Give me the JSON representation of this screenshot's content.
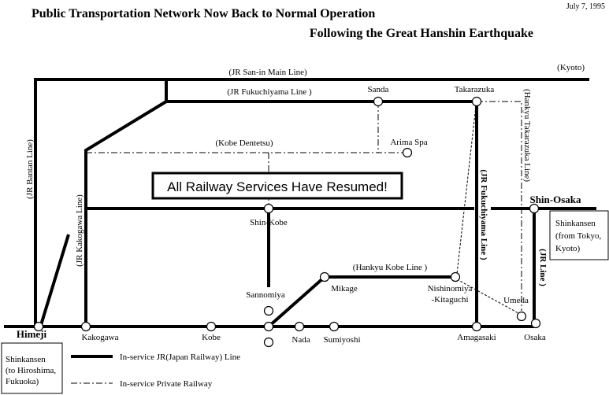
{
  "header": {
    "title_line1": "Public Transportation Network Now Back to Normal Operation",
    "title_line2": "Following the Great Hanshin Earthquake",
    "date": "July 7, 1995"
  },
  "banner": "All Railway Services Have Resumed!",
  "lines": {
    "san_in": "(JR San-in Main Line)",
    "fukuchiyama": "(JR Fukuchiyama Line )",
    "kobe_dentetsu": "(Kobe Dentetsu)",
    "bantan": "(JR Bantan Line)",
    "kakogawa": "(JR Kakogawa Line)",
    "hankyu_kobe": "(Hankyu Kobe Line )",
    "hankyu_takarazuka": "(Hankyu Takarazuka Line)",
    "jr_fukuchiyama_vertical": "(JR Fukuchiyama Line )",
    "jr_line": "(JR Line )",
    "kyoto": "(Kyoto)"
  },
  "stations": {
    "sanda": "Sanda",
    "takarazuka": "Takarazuka",
    "arima_spa": "Arima Spa",
    "shin_kobe": "Shin-Kobe",
    "shin_osaka": "Shin-Osaka",
    "sannomiya": "Sannomiya",
    "mikage": "Mikage",
    "nishinomiya_1": "Nishinomiya",
    "nishinomiya_2": "-Kitaguchi",
    "umeda": "Umeda",
    "himeji": "Himeji",
    "kakogawa": "Kakogawa",
    "kobe": "Kobe",
    "nada": "Nada",
    "sumiyoshi": "Sumiyoshi",
    "amagasaki": "Amagasaki",
    "osaka": "Osaka"
  },
  "shinkansen_east": [
    "Shinkansen",
    "(from Tokyo,",
    "Kyoto)"
  ],
  "shinkansen_west": [
    "Shinkansen",
    "(to Hiroshima,",
    "Fukuoka)"
  ],
  "legend": {
    "jr": "In-service JR(Japan Railway) Line",
    "private": "In-service Private Railway"
  }
}
